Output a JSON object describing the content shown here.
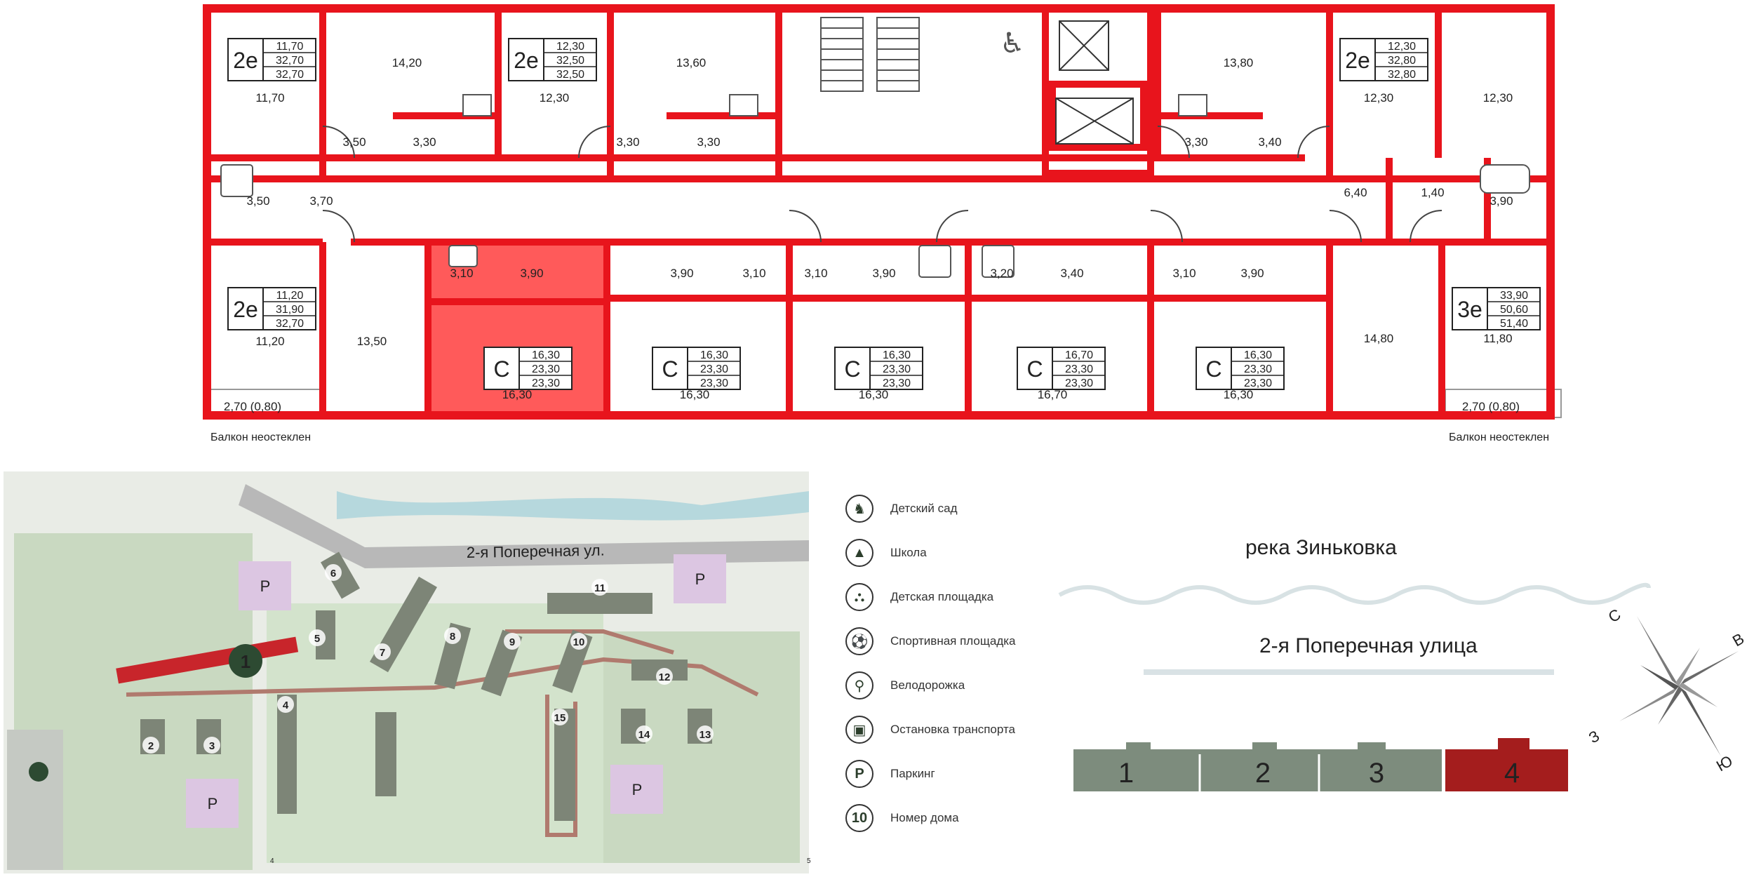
{
  "floor_plan": {
    "balcony_left": "Балкон неостеклен",
    "balcony_right": "Балкон неостеклен",
    "apartments": [
      {
        "type": "2е",
        "areas": [
          "11,70",
          "32,70",
          "32,70"
        ]
      },
      {
        "type": "2е",
        "areas": [
          "12,30",
          "32,50",
          "32,50"
        ]
      },
      {
        "type": "2е",
        "areas": [
          "12,30",
          "32,80",
          "32,80"
        ]
      },
      {
        "type": "2е",
        "areas": [
          "11,20",
          "31,90",
          "32,70"
        ]
      },
      {
        "type": "С",
        "areas": [
          "16,30",
          "23,30",
          "23,30"
        ]
      },
      {
        "type": "С",
        "areas": [
          "16,30",
          "23,30",
          "23,30"
        ]
      },
      {
        "type": "С",
        "areas": [
          "16,30",
          "23,30",
          "23,30"
        ]
      },
      {
        "type": "С",
        "areas": [
          "16,70",
          "23,30",
          "23,30"
        ]
      },
      {
        "type": "С",
        "areas": [
          "16,30",
          "23,30",
          "23,30"
        ]
      },
      {
        "type": "3е",
        "areas": [
          "33,90",
          "50,60",
          "51,40"
        ]
      }
    ],
    "rooms": [
      "11,70",
      "14,20",
      "12,30",
      "13,60",
      "13,80",
      "12,30",
      "12,30",
      "3,50",
      "3,30",
      "3,30",
      "3,30",
      "3,30",
      "3,40",
      "3,50",
      "3,70",
      "6,40",
      "1,40",
      "3,90",
      "3,10",
      "3,90",
      "3,90",
      "3,10",
      "3,10",
      "3,90",
      "3,20",
      "3,40",
      "3,10",
      "3,90",
      "11,20",
      "13,50",
      "16,30",
      "16,30",
      "16,30",
      "16,70",
      "16,30",
      "14,80",
      "11,80",
      "2,70 (0,80)",
      "2,70 (0,80)"
    ]
  },
  "site_map": {
    "street": "2-я Поперечная ул.",
    "highlighted_building": "1",
    "buildings": [
      "2",
      "3",
      "4",
      "5",
      "6",
      "7",
      "8",
      "9",
      "10",
      "11",
      "12",
      "13",
      "14",
      "15"
    ],
    "parking_labels": [
      "P",
      "P",
      "P",
      "P"
    ],
    "scale_marks": [
      "4",
      "5"
    ]
  },
  "legend": [
    {
      "icon": "rocking-horse-icon",
      "glyph": "♞",
      "label": "Детский сад"
    },
    {
      "icon": "graduation-cap-icon",
      "glyph": "▲",
      "label": "Школа"
    },
    {
      "icon": "slide-icon",
      "glyph": "⛬",
      "label": "Детская площадка"
    },
    {
      "icon": "ball-icon",
      "glyph": "⚽",
      "label": "Спортивная площадка"
    },
    {
      "icon": "bicycle-icon",
      "glyph": "⚲",
      "label": "Велодорожка"
    },
    {
      "icon": "bus-icon",
      "glyph": "▣",
      "label": "Остановка транспорта"
    },
    {
      "icon": "parking-icon",
      "glyph": "P",
      "label": "Паркинг"
    },
    {
      "icon": "house-number-icon",
      "glyph": "10",
      "label": "Номер дома"
    }
  ],
  "orientation": {
    "river": "река Зиньковка",
    "street": "2-я Поперечная улица",
    "sections": [
      "1",
      "2",
      "3",
      "4"
    ],
    "active_section": "4",
    "compass": {
      "north": "С",
      "east": "В",
      "south": "Ю",
      "west": "З"
    }
  },
  "colors": {
    "wall": "#e8141c",
    "highlight": "#ff5a5a",
    "active_section": "#a41d1d",
    "section": "#7d8c7d",
    "site_green": "#c9d9c1"
  }
}
